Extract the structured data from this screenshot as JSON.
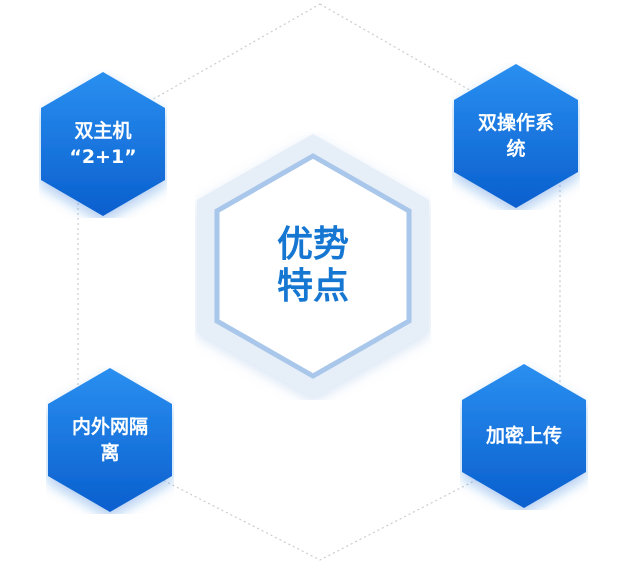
{
  "diagram": {
    "center_label": "优势\n特点",
    "features": [
      {
        "id": "dual-host",
        "label": "双主机\n“2+1”"
      },
      {
        "id": "dual-os",
        "label": "双操作系\n统"
      },
      {
        "id": "net-isolation",
        "label": "内外网隔\n离"
      },
      {
        "id": "encrypted-upload",
        "label": "加密上传"
      }
    ]
  },
  "colors": {
    "hex_fill_top": "#2a8ff0",
    "hex_fill_bottom": "#0a5fce",
    "center_outer": "#e6eef8",
    "center_ring": "#a9c7ea",
    "center_text": "#1677d2",
    "dotted_outline": "#c8ccd2"
  }
}
